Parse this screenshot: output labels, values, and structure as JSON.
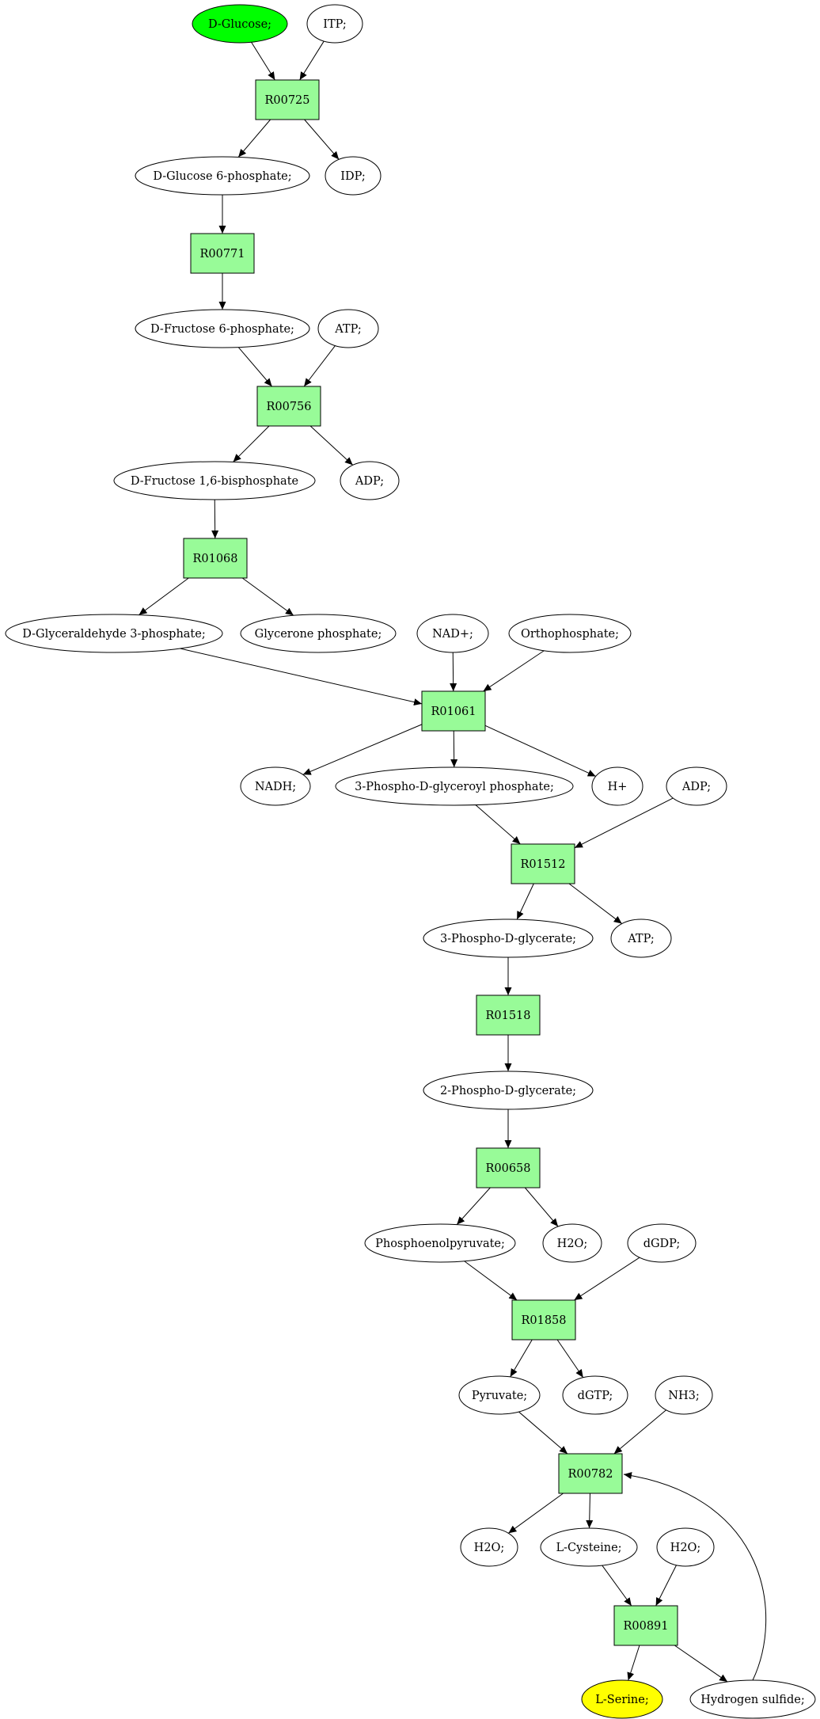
{
  "colors": {
    "reaction_fill": "#98fb98",
    "metabolite_fill": "#ffffff",
    "start_fill": "#00ff00",
    "end_fill": "#ffff00",
    "stroke": "#000000"
  },
  "reactions": [
    {
      "id": "r00725",
      "label": "R00725"
    },
    {
      "id": "r00771",
      "label": "R00771"
    },
    {
      "id": "r00756",
      "label": "R00756"
    },
    {
      "id": "r01068",
      "label": "R01068"
    },
    {
      "id": "r01061",
      "label": "R01061"
    },
    {
      "id": "r01512",
      "label": "R01512"
    },
    {
      "id": "r01518",
      "label": "R01518"
    },
    {
      "id": "r00658",
      "label": "R00658"
    },
    {
      "id": "r01858",
      "label": "R01858"
    },
    {
      "id": "r00782",
      "label": "R00782"
    },
    {
      "id": "r00891",
      "label": "R00891"
    }
  ],
  "metabolites": [
    {
      "id": "d-glucose",
      "label": "D-Glucose;",
      "role": "start"
    },
    {
      "id": "itp",
      "label": "ITP;"
    },
    {
      "id": "d-glucose-6-phosphate",
      "label": "D-Glucose 6-phosphate;"
    },
    {
      "id": "idp",
      "label": "IDP;"
    },
    {
      "id": "d-fructose-6-phosphate",
      "label": "D-Fructose 6-phosphate;"
    },
    {
      "id": "atp-1",
      "label": "ATP;"
    },
    {
      "id": "d-fructose-1-6-bisphosphate",
      "label": "D-Fructose 1,6-bisphosphate"
    },
    {
      "id": "adp-1",
      "label": "ADP;"
    },
    {
      "id": "d-glyceraldehyde-3-phosphate",
      "label": "D-Glyceraldehyde 3-phosphate;"
    },
    {
      "id": "glycerone-phosphate",
      "label": "Glycerone phosphate;"
    },
    {
      "id": "nad-plus",
      "label": "NAD+;"
    },
    {
      "id": "orthophosphate",
      "label": "Orthophosphate;"
    },
    {
      "id": "nadh",
      "label": "NADH;"
    },
    {
      "id": "3-phospho-d-glyceroyl-phosphate",
      "label": "3-Phospho-D-glyceroyl phosphate;"
    },
    {
      "id": "h-plus",
      "label": "H+"
    },
    {
      "id": "adp-2",
      "label": "ADP;"
    },
    {
      "id": "3-phospho-d-glycerate",
      "label": "3-Phospho-D-glycerate;"
    },
    {
      "id": "atp-2",
      "label": "ATP;"
    },
    {
      "id": "2-phospho-d-glycerate",
      "label": "2-Phospho-D-glycerate;"
    },
    {
      "id": "phosphoenolpyruvate",
      "label": "Phosphoenolpyruvate;"
    },
    {
      "id": "h2o-1",
      "label": "H2O;"
    },
    {
      "id": "dgdp",
      "label": "dGDP;"
    },
    {
      "id": "pyruvate",
      "label": "Pyruvate;"
    },
    {
      "id": "dgtp",
      "label": "dGTP;"
    },
    {
      "id": "nh3",
      "label": "NH3;"
    },
    {
      "id": "h2o-2",
      "label": "H2O;"
    },
    {
      "id": "l-cysteine",
      "label": "L-Cysteine;"
    },
    {
      "id": "h2o-3",
      "label": "H2O;"
    },
    {
      "id": "l-serine",
      "label": "L-Serine;",
      "role": "end"
    },
    {
      "id": "hydrogen-sulfide",
      "label": "Hydrogen sulfide;"
    }
  ],
  "edges": [
    {
      "from": "d-glucose",
      "to": "r00725"
    },
    {
      "from": "itp",
      "to": "r00725"
    },
    {
      "from": "r00725",
      "to": "d-glucose-6-phosphate"
    },
    {
      "from": "r00725",
      "to": "idp"
    },
    {
      "from": "d-glucose-6-phosphate",
      "to": "r00771"
    },
    {
      "from": "r00771",
      "to": "d-fructose-6-phosphate"
    },
    {
      "from": "d-fructose-6-phosphate",
      "to": "r00756"
    },
    {
      "from": "atp-1",
      "to": "r00756"
    },
    {
      "from": "r00756",
      "to": "d-fructose-1-6-bisphosphate"
    },
    {
      "from": "r00756",
      "to": "adp-1"
    },
    {
      "from": "d-fructose-1-6-bisphosphate",
      "to": "r01068"
    },
    {
      "from": "r01068",
      "to": "d-glyceraldehyde-3-phosphate"
    },
    {
      "from": "r01068",
      "to": "glycerone-phosphate"
    },
    {
      "from": "d-glyceraldehyde-3-phosphate",
      "to": "r01061"
    },
    {
      "from": "nad-plus",
      "to": "r01061"
    },
    {
      "from": "orthophosphate",
      "to": "r01061"
    },
    {
      "from": "r01061",
      "to": "nadh"
    },
    {
      "from": "r01061",
      "to": "3-phospho-d-glyceroyl-phosphate"
    },
    {
      "from": "r01061",
      "to": "h-plus"
    },
    {
      "from": "3-phospho-d-glyceroyl-phosphate",
      "to": "r01512"
    },
    {
      "from": "adp-2",
      "to": "r01512"
    },
    {
      "from": "r01512",
      "to": "3-phospho-d-glycerate"
    },
    {
      "from": "r01512",
      "to": "atp-2"
    },
    {
      "from": "3-phospho-d-glycerate",
      "to": "r01518"
    },
    {
      "from": "r01518",
      "to": "2-phospho-d-glycerate"
    },
    {
      "from": "2-phospho-d-glycerate",
      "to": "r00658"
    },
    {
      "from": "r00658",
      "to": "phosphoenolpyruvate"
    },
    {
      "from": "r00658",
      "to": "h2o-1"
    },
    {
      "from": "phosphoenolpyruvate",
      "to": "r01858"
    },
    {
      "from": "dgdp",
      "to": "r01858"
    },
    {
      "from": "r01858",
      "to": "pyruvate"
    },
    {
      "from": "r01858",
      "to": "dgtp"
    },
    {
      "from": "pyruvate",
      "to": "r00782"
    },
    {
      "from": "nh3",
      "to": "r00782"
    },
    {
      "from": "r00782",
      "to": "h2o-2"
    },
    {
      "from": "r00782",
      "to": "l-cysteine"
    },
    {
      "from": "l-cysteine",
      "to": "r00891"
    },
    {
      "from": "h2o-3",
      "to": "r00891"
    },
    {
      "from": "r00891",
      "to": "l-serine"
    },
    {
      "from": "r00891",
      "to": "hydrogen-sulfide"
    },
    {
      "from": "hydrogen-sulfide",
      "to": "r00782"
    }
  ]
}
